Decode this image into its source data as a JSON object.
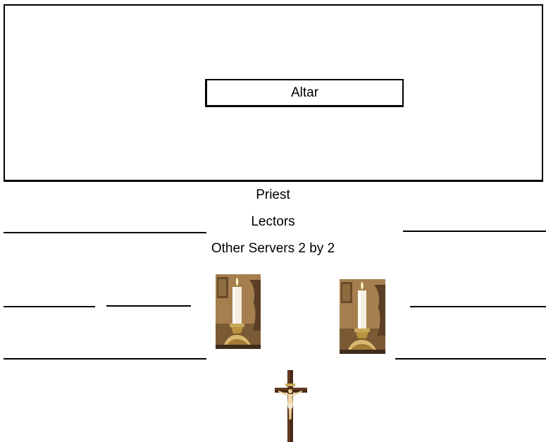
{
  "altar": {
    "label": "Altar"
  },
  "procession": {
    "priest": "Priest",
    "lectors": "Lectors",
    "other_servers": "Other Servers 2 by 2"
  },
  "icons": {
    "candle_left": "altar-candle-icon",
    "candle_right": "altar-candle-icon",
    "crucifix": "processional-cross-icon"
  },
  "colors": {
    "outline": "#000000",
    "background": "#ffffff"
  }
}
